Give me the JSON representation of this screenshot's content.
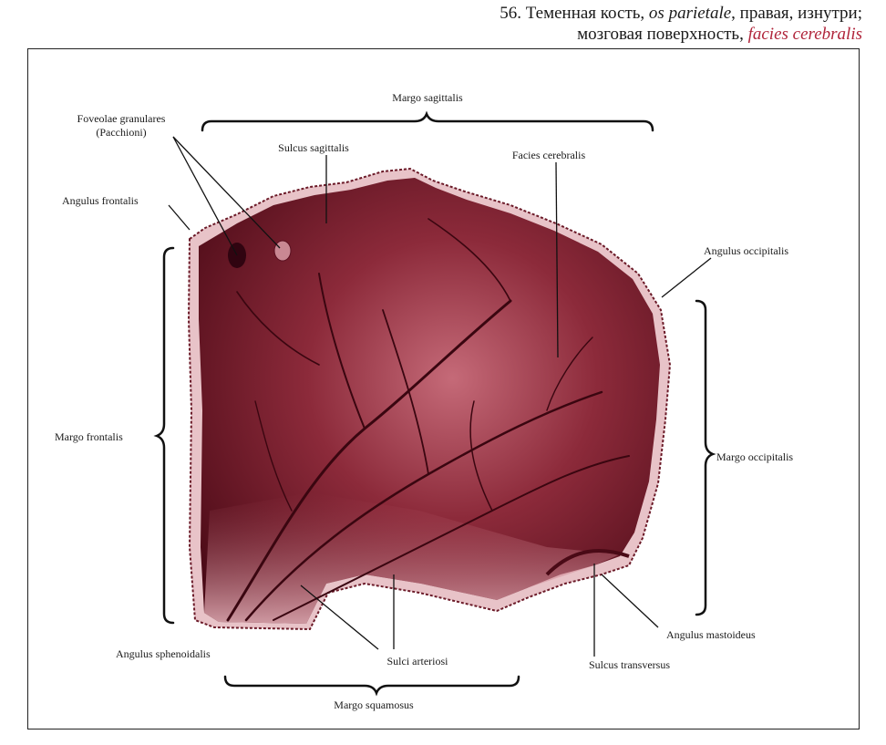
{
  "caption": {
    "line1_prefix": "56. Теменная кость, ",
    "line1_latin": "os parietale",
    "line1_suffix": ", правая, изнутри;",
    "line2_prefix": "мозговая поверхность, ",
    "line2_latin": "facies cerebralis"
  },
  "labels": {
    "margo_sagittalis": "Margo sagittalis",
    "foveolae_line1": "Foveolae granulares",
    "foveolae_line2": "(Pacchioni)",
    "sulcus_sagittalis": "Sulcus sagittalis",
    "facies_cerebralis": "Facies cerebralis",
    "angulus_frontalis": "Angulus frontalis",
    "angulus_occipitalis": "Angulus occipitalis",
    "margo_frontalis": "Margo frontalis",
    "margo_occipitalis": "Margo occipitalis",
    "angulus_mastoideus": "Angulus mastoideus",
    "angulus_sphenoidalis": "Angulus sphenoidalis",
    "sulci_arteriosi": "Sulci arteriosi",
    "sulcus_transversus": "Sulcus transversus",
    "margo_squamosus": "Margo squamosus"
  },
  "colors": {
    "bone_dark": "#4a0a16",
    "bone_mid": "#8c2a3a",
    "bone_light": "#d9a0a8",
    "edge": "#e8c3c8"
  }
}
